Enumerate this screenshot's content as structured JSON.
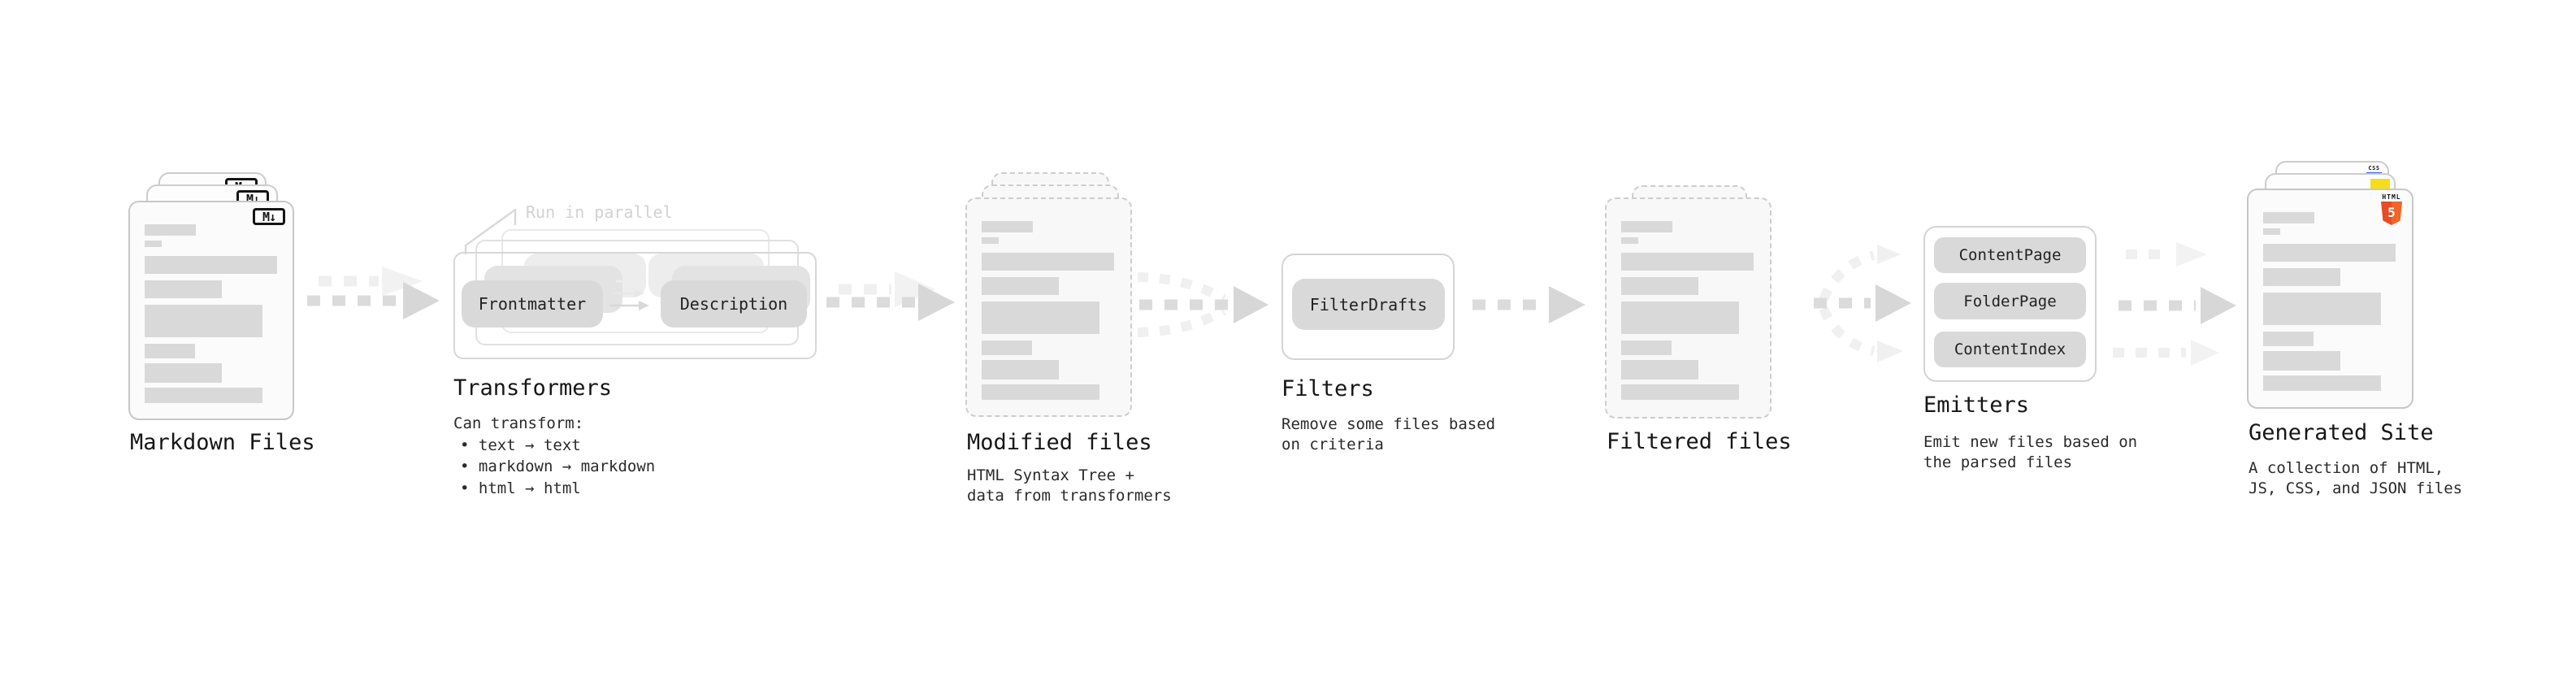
{
  "markdown_files": {
    "title": "Markdown Files",
    "badge": "M↓"
  },
  "transformers": {
    "title": "Transformers",
    "note": "Run in parallel",
    "pill_left": "Frontmatter",
    "pill_right": "Description",
    "desc_heading": "Can transform:",
    "bullets": [
      "• text → text",
      "• markdown → markdown",
      "• html → html"
    ]
  },
  "modified_files": {
    "title": "Modified files",
    "desc_line1": "HTML Syntax Tree +",
    "desc_line2": "data from transformers"
  },
  "filters": {
    "title": "Filters",
    "pill": "FilterDrafts",
    "desc_line1": "Remove some files based",
    "desc_line2": "on criteria"
  },
  "filtered_files": {
    "title": "Filtered files"
  },
  "emitters": {
    "title": "Emitters",
    "pills": [
      "ContentPage",
      "FolderPage",
      "ContentIndex"
    ],
    "desc_line1": "Emit new files based on",
    "desc_line2": "the parsed files"
  },
  "generated_site": {
    "title": "Generated Site",
    "desc_line1": "A collection of HTML,",
    "desc_line2": "JS, CSS, and JSON files",
    "html_badge_label": "HTML",
    "html_badge_number": "5",
    "css_badge_label": "CSS"
  },
  "colors": {
    "html5_orange": "#E44D26",
    "js_yellow": "#F5DE19",
    "css_blue": "#2D63EA",
    "bar_gray": "#D9D9D9",
    "arrow_gray": "#DBDBDB",
    "arrow_faint": "#F0F0F0"
  }
}
